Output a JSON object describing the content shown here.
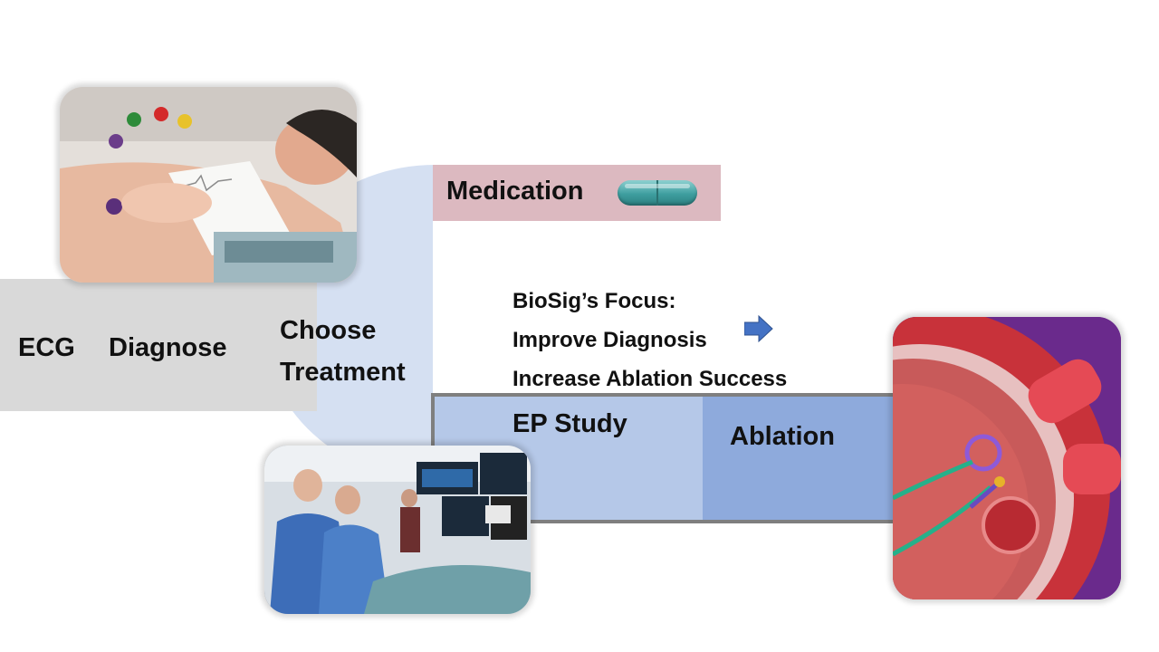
{
  "labels": {
    "ecg": "ECG",
    "diagnose": "Diagnose",
    "choose_line1": "Choose",
    "choose_line2": "Treatment",
    "medication": "Medication",
    "focus_line1": "BioSig’s Focus:",
    "focus_line2": "Improve Diagnosis",
    "focus_line3": "Increase Ablation Success",
    "ep_study": "EP Study",
    "ablation": "Ablation"
  },
  "colors": {
    "diagnose_band": "#d9d9d9",
    "treatment_shape": "#d5e0f2",
    "medication_box": "#dcb9c0",
    "ep_study_cell": "#b5c8e8",
    "ablation_cell": "#8eaadc",
    "arrow": "#4472c4",
    "pill": "#3e9e9f"
  },
  "icons": {
    "pill": "medication-pill-icon",
    "arrow": "right-arrow-icon"
  }
}
